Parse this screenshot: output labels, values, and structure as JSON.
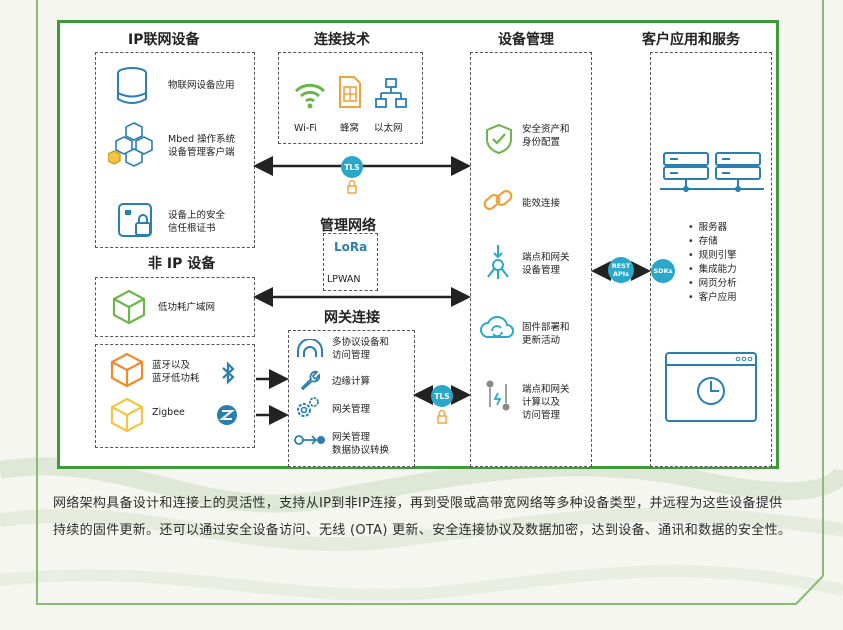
{
  "colors": {
    "frame": "#3f9a3b",
    "accent_teal": "#2aa8c9",
    "accent_orange": "#f0a23a",
    "icon_green": "#6bb54a"
  },
  "columns": {
    "ip_devices": "IP联网设备",
    "connectivity": "连接技术",
    "device_mgmt": "设备管理",
    "client_apps": "客户应用和服务",
    "non_ip": "非 IP 设备",
    "managed_net": "管理网络",
    "gateway": "网关连接"
  },
  "ip_devices": {
    "items": [
      {
        "label": "物联网设备应用",
        "icon": "cylinder-device-icon"
      },
      {
        "label": "Mbed 操作系统\n设备管理客户端",
        "icon": "cubes-icon"
      },
      {
        "label": "设备上的安全\n信任根证书",
        "icon": "secure-chip-icon"
      }
    ]
  },
  "connectivity": {
    "items": [
      {
        "label": "Wi-Fi",
        "icon": "wifi-icon"
      },
      {
        "label": "蜂窝",
        "icon": "sim-card-icon"
      },
      {
        "label": "以太网",
        "icon": "ethernet-icon"
      }
    ]
  },
  "managed_net": {
    "logo": "LoRa",
    "label": "LPWAN"
  },
  "non_ip": {
    "item": "低功耗广域网"
  },
  "radio": {
    "items": [
      {
        "label": "蓝牙以及\n蓝牙低功耗",
        "icon": "bluetooth-icon"
      },
      {
        "label": "Zigbee",
        "icon": "zigbee-icon"
      }
    ]
  },
  "gateway": {
    "items": [
      {
        "label": "多协议设备和\n访问管理",
        "icon": "multiprotocol-icon"
      },
      {
        "label": "边缘计算",
        "icon": "wrench-icon"
      },
      {
        "label": "网关管理",
        "icon": "gears-icon"
      },
      {
        "label": "网关管理\n数据协议转换",
        "icon": "protocol-convert-icon"
      }
    ]
  },
  "device_mgmt": {
    "items": [
      {
        "label": "安全资产和\n身份配置",
        "icon": "shield-check-icon"
      },
      {
        "label": "能效连接",
        "icon": "link-icon"
      },
      {
        "label": "端点和网关\n设备管理",
        "icon": "endpoint-icon"
      },
      {
        "label": "固件部署和\n更新活动",
        "icon": "cloud-refresh-icon"
      },
      {
        "label": "端点和网关\n计算以及\n访问管理",
        "icon": "compute-icon"
      }
    ]
  },
  "services": [
    "服务器",
    "存储",
    "规则引擎",
    "集成能力",
    "网页分析",
    "客户应用"
  ],
  "badges": {
    "tls": "TLS",
    "rest": "REST\nAPIs",
    "sdk": "SDKs"
  },
  "caption": "网络架构具备设计和连接上的灵活性，支持从IP到非IP连接，再到受限或高带宽网络等多种设备类型，并远程为这些设备提供持续的固件更新。还可以通过安全设备访问、无线 (OTA) 更新、安全连接协议及数据加密，达到设备、通讯和数据的安全性。"
}
